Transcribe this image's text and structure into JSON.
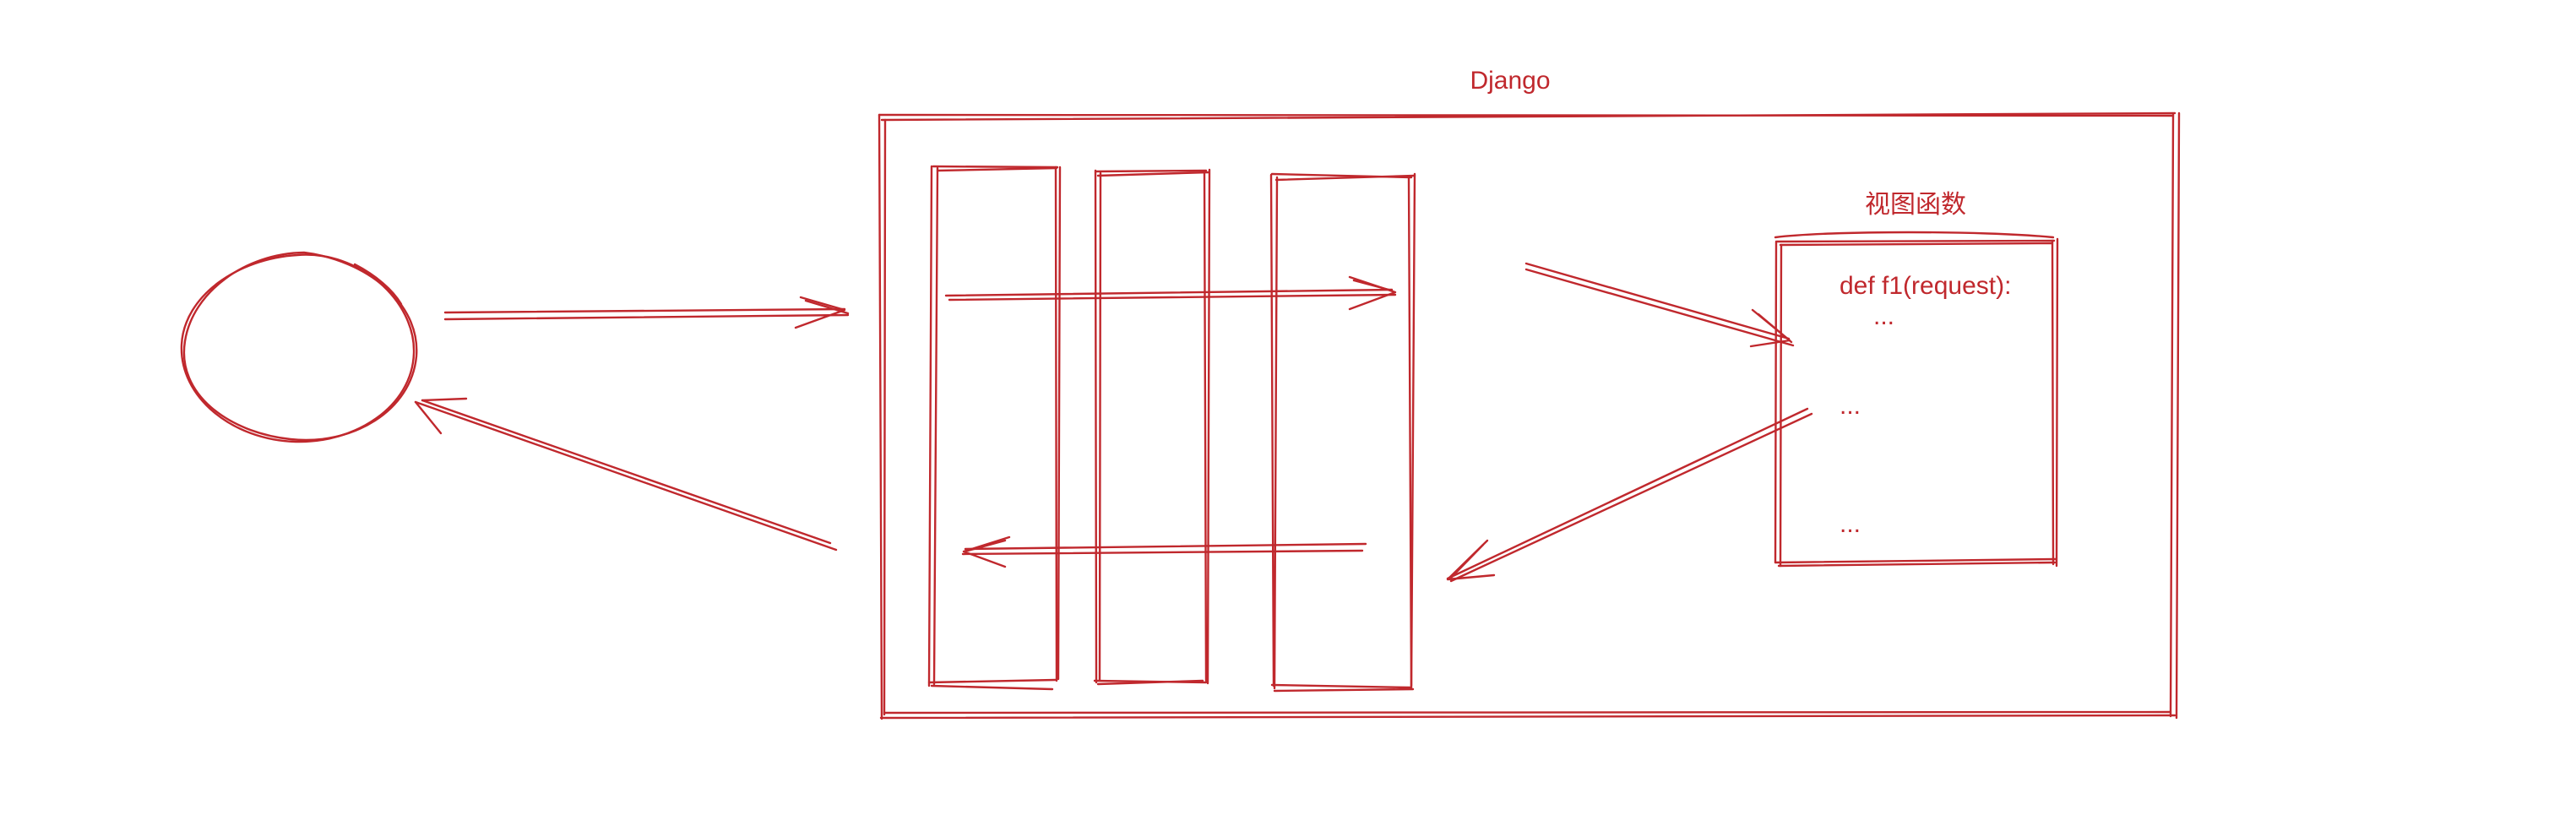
{
  "theme": {
    "ink": "#c0282d"
  },
  "diagram": {
    "title": "Django",
    "view_box_title": "视图函数",
    "code_lines": [
      "def f1(request):",
      "...",
      "...",
      "..."
    ]
  }
}
